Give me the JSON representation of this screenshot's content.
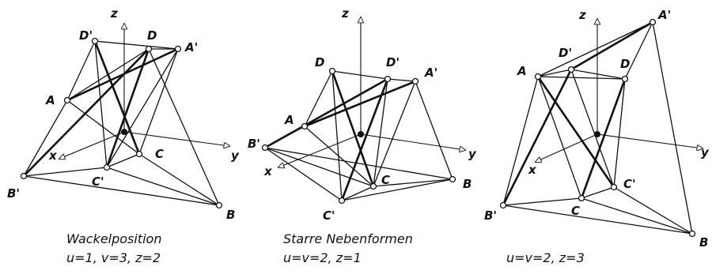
{
  "panels": [
    {
      "id": "wackel",
      "caption_title": "Wackelposition",
      "caption_params": "u=1, v=3, z=2",
      "axes": {
        "z": "z",
        "x": "x",
        "y": "y"
      },
      "nodes": {
        "A": "A",
        "B": "B",
        "C": "C",
        "D": "D",
        "A'": "A'",
        "B'": "B'",
        "C'": "C'",
        "D'": "D'"
      }
    },
    {
      "id": "starre",
      "caption_title": "Starre Nebenformen",
      "caption_params": "u=v=2, z=1",
      "axes": {
        "z": "z",
        "x": "x",
        "y": "y"
      },
      "nodes": {
        "A": "A",
        "B": "B",
        "C": "C",
        "D": "D",
        "A'": "A'",
        "B'": "B'",
        "C'": "C'",
        "D'": "D'"
      }
    },
    {
      "id": "third",
      "caption_title": "",
      "caption_params": "u=v=2, z=3",
      "axes": {
        "z": "z",
        "x": "x",
        "y": "y"
      },
      "nodes": {
        "A": "A",
        "B": "B",
        "C": "C",
        "D": "D",
        "A'": "A'",
        "B'": "B'",
        "C'": "C'",
        "D'": "D'"
      }
    }
  ]
}
